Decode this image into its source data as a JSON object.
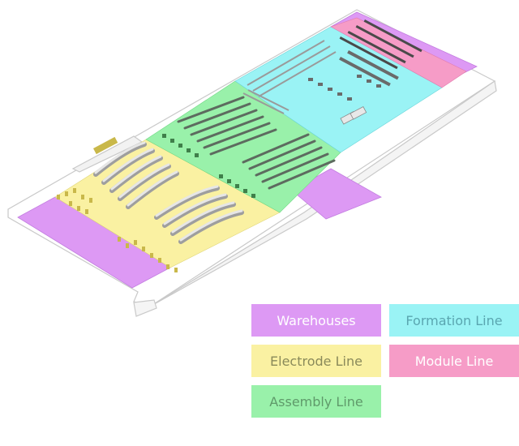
{
  "legend": {
    "warehouses": {
      "label": "Warehouses",
      "color": "#dd99f4"
    },
    "formation": {
      "label": "Formation Line",
      "color": "#9af3f5"
    },
    "electrode": {
      "label": "Electrode Line",
      "color": "#faf1a2"
    },
    "module": {
      "label": "Module Line",
      "color": "#f69cc7"
    },
    "assembly": {
      "label": "Assembly Line",
      "color": "#99f1aa"
    }
  }
}
